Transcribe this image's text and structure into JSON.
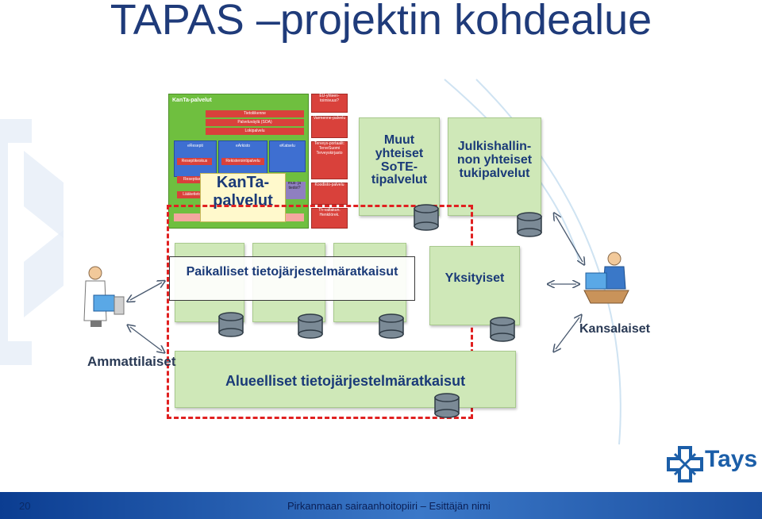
{
  "title": "TAPAS –projektin kohdealue",
  "kanta_panel": {
    "header": "KanTa-palvelut",
    "bars": [
      "Tietoliikenne",
      "Palveluväylä (SOA)",
      "Lokipalvelu"
    ],
    "ereseptti": "eResepti",
    "earkisto": "eArkisto",
    "ekatselu": "eKatselu",
    "reseptikeskus": "Reseptikeskus",
    "rekisterointipalvelu": "Rekisterointipalvelu",
    "reseptiarkisto": "Reseptiark",
    "laaketietokanta": "Lääketietok",
    "tiedot": "mus- ja tiedot?",
    "label": "KanTa-palvelut"
  },
  "side_items": [
    "EU-yhteen-toimivuus?",
    "Varmenne-palvelu",
    "Terveys-portaalit: TerveSuomi Terveyskirjasto",
    "Koodisto-palvelu",
    "Th-valtakun. Henkilörek."
  ],
  "boxes": {
    "muut": "Muut yhteiset SoTE-tipalvelut",
    "julkis": "Julkishallin-non yhteiset tukipalvelut",
    "paikalliset": "Paikalliset tietojärjestelmäratkaisut",
    "yksityiset": "Yksityiset",
    "alueelliset": "Alueelliset tietojärjestelmäratkaisut"
  },
  "actors": {
    "ammattilaiset": "Ammattilaiset",
    "kansalaiset": "Kansalaiset"
  },
  "logo_text": "Tays",
  "footer": {
    "page_number": "20",
    "text": "Pirkanmaan sairaanhoitopiiri – Esittäjän nimi"
  },
  "colors": {
    "title": "#1f3b7a",
    "box_fill": "#cfe8b8",
    "kanta_green": "#6fbf3f",
    "side_red": "#d9413b",
    "dashed_red": "#e02020",
    "footer_blue": "#0b3d91"
  }
}
